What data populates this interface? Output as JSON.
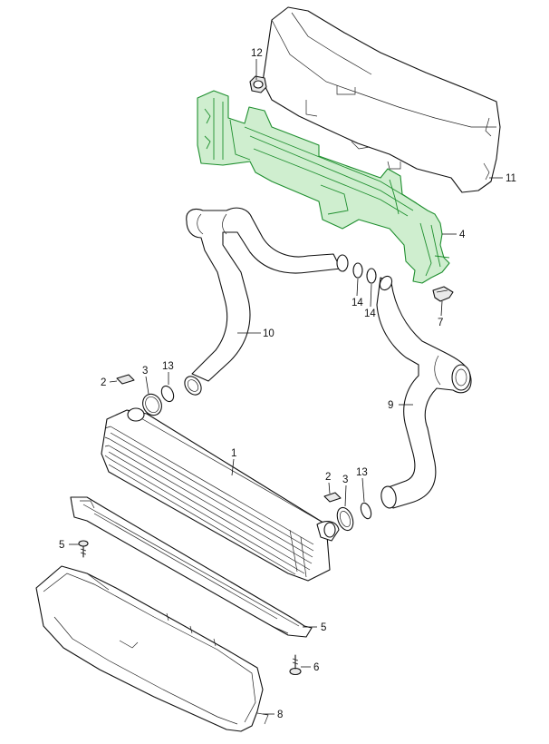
{
  "diagram": {
    "colors": {
      "highlight": "#1f8f2f",
      "highlight_fill": "#cfeecf",
      "line": "#111111"
    },
    "callouts": [
      {
        "id": "c12",
        "label": "12"
      },
      {
        "id": "c11",
        "label": "11"
      },
      {
        "id": "c4",
        "label": "4"
      },
      {
        "id": "c10",
        "label": "10"
      },
      {
        "id": "c14a",
        "label": "14"
      },
      {
        "id": "c14b",
        "label": "14"
      },
      {
        "id": "c7",
        "label": "7"
      },
      {
        "id": "c2a",
        "label": "2"
      },
      {
        "id": "c3a",
        "label": "3"
      },
      {
        "id": "c13a",
        "label": "13"
      },
      {
        "id": "c9",
        "label": "9"
      },
      {
        "id": "c1",
        "label": "1"
      },
      {
        "id": "c2b",
        "label": "2"
      },
      {
        "id": "c3b",
        "label": "3"
      },
      {
        "id": "c13b",
        "label": "13"
      },
      {
        "id": "c5a",
        "label": "5"
      },
      {
        "id": "c5b",
        "label": "5"
      },
      {
        "id": "c6",
        "label": "6"
      },
      {
        "id": "c8",
        "label": "8"
      }
    ]
  }
}
